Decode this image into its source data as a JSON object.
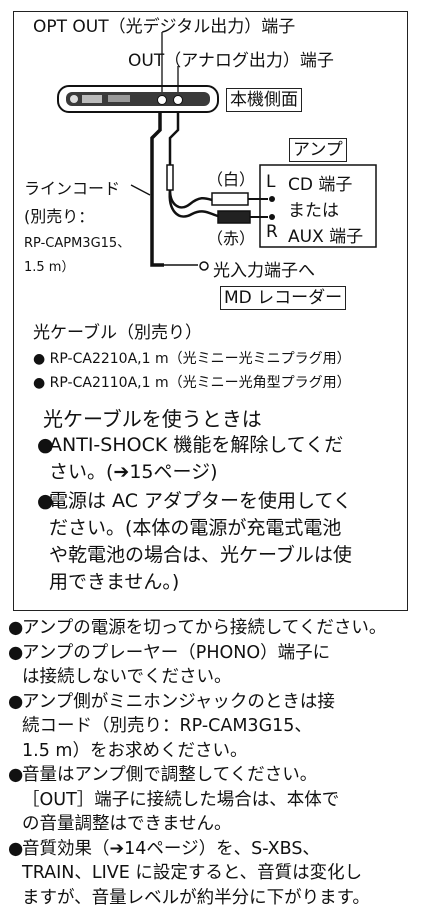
{
  "diagram": {
    "opt_out_label": "OPT OUT（光デジタル出力）端子",
    "out_label": "OUT（アナログ出力）端子",
    "unit_side_label": "本機側面",
    "amp_label": "アンプ",
    "line_cord_label": "ラインコード",
    "line_cord_sold_separately": "(別売り：",
    "line_cord_model": "RP-CAPM3G15、",
    "line_cord_length": "1.5 m）",
    "white_label": "（白）",
    "red_label": "（赤）",
    "L_label": "L",
    "R_label": "R",
    "cd_terminal": "CD 端子",
    "or_label": "または",
    "aux_terminal": "AUX 端子",
    "optical_input_label": "光入力端子へ",
    "md_recorder_label": "MD レコーダー",
    "optical_cable_label": "光ケーブル（別売り）",
    "cable_models": [
      "RP-CA2210A,1 m（光ミニー光ミニプラグ用）",
      "RP-CA2110A,1 m（光ミニー光角型プラグ用）"
    ]
  },
  "box_instructions": {
    "heading": "光ケーブルを使うときは",
    "items": [
      [
        "ANTI-SHOCK 機能を解除してくだ",
        "さい。(➔15ページ)"
      ],
      [
        "電源は AC アダプターを使用してく",
        "ださい。(本体の電源が充電式電池",
        "や乾電池の場合は、光ケーブルは使",
        "用できません。)"
      ]
    ]
  },
  "notes": [
    [
      "アンプの電源を切ってから接続してください。"
    ],
    [
      "アンプのプレーヤー（PHONO）端子に",
      "は接続しないでください。"
    ],
    [
      "アンプ側がミニホンジャックのときは接",
      "続コード（別売り：RP-CAM3G15、",
      "1.5 m）をお求めください。"
    ],
    [
      "音量はアンプ側で調整してください。",
      "［OUT］端子に接続した場合は、本体で",
      "の音量調整はできません。"
    ],
    [
      "音質効果（➔14ページ）を、S-XBS、",
      "TRAIN、LIVE に設定すると、音質は変化し",
      "ますが、音量レベルが約半分に下がります。"
    ]
  ]
}
